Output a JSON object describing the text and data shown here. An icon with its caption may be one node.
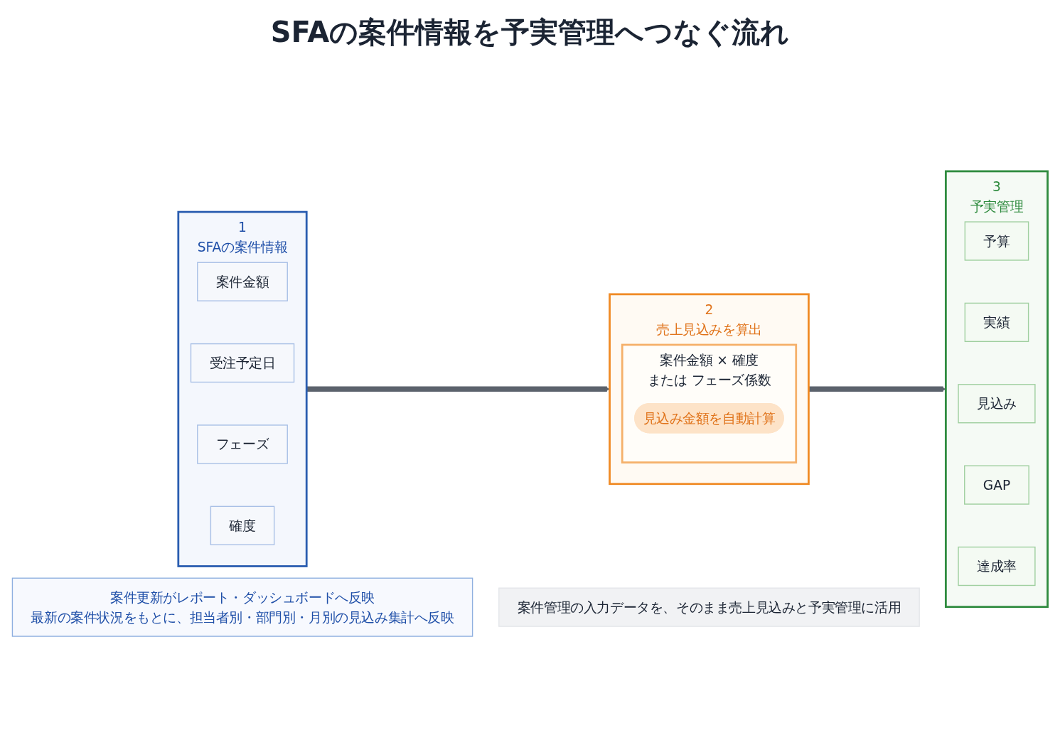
{
  "diagram": {
    "title": "SFAの案件情報を予実管理へつなぐ流れ",
    "nodes": [
      {
        "text": [
          "1",
          "SFAの案件情報"
        ]
      },
      {
        "text": [
          "案件金額"
        ],
        "in": 0
      },
      {
        "text": [
          "受注予定日"
        ],
        "in": 0
      },
      {
        "text": [
          "フェーズ"
        ],
        "in": 0
      },
      {
        "text": [
          "確度"
        ],
        "in": 0
      },
      {
        "text": [
          "2",
          "売上見込みを算出"
        ]
      },
      {
        "text": [
          "案件金額 × 確度",
          "または フェーズ係数"
        ],
        "in": 5
      },
      {
        "text": [
          "見込み金額を自動計算"
        ],
        "in": 6
      },
      {
        "text": [
          "3",
          "予実管理"
        ]
      },
      {
        "text": [
          "予算"
        ],
        "in": 8
      },
      {
        "text": [
          "実績"
        ],
        "in": 8
      },
      {
        "text": [
          "見込み"
        ],
        "in": 8
      },
      {
        "text": [
          "GAP"
        ],
        "in": 8
      },
      {
        "text": [
          "達成率"
        ],
        "in": 8
      },
      {
        "text": [
          "案件更新がレポート・ダッシュボードへ反映",
          "最新の案件状況をもとに、担当者別・部門別・月別の見込み集計へ反映"
        ]
      },
      {
        "text": [
          "案件管理の入力データを、そのまま売上見込みと予実管理に活用"
        ]
      }
    ],
    "edges": [
      {
        "from": 0,
        "to": 5,
        "arrow": "to"
      },
      {
        "from": 5,
        "to": 8,
        "arrow": "to"
      }
    ]
  }
}
